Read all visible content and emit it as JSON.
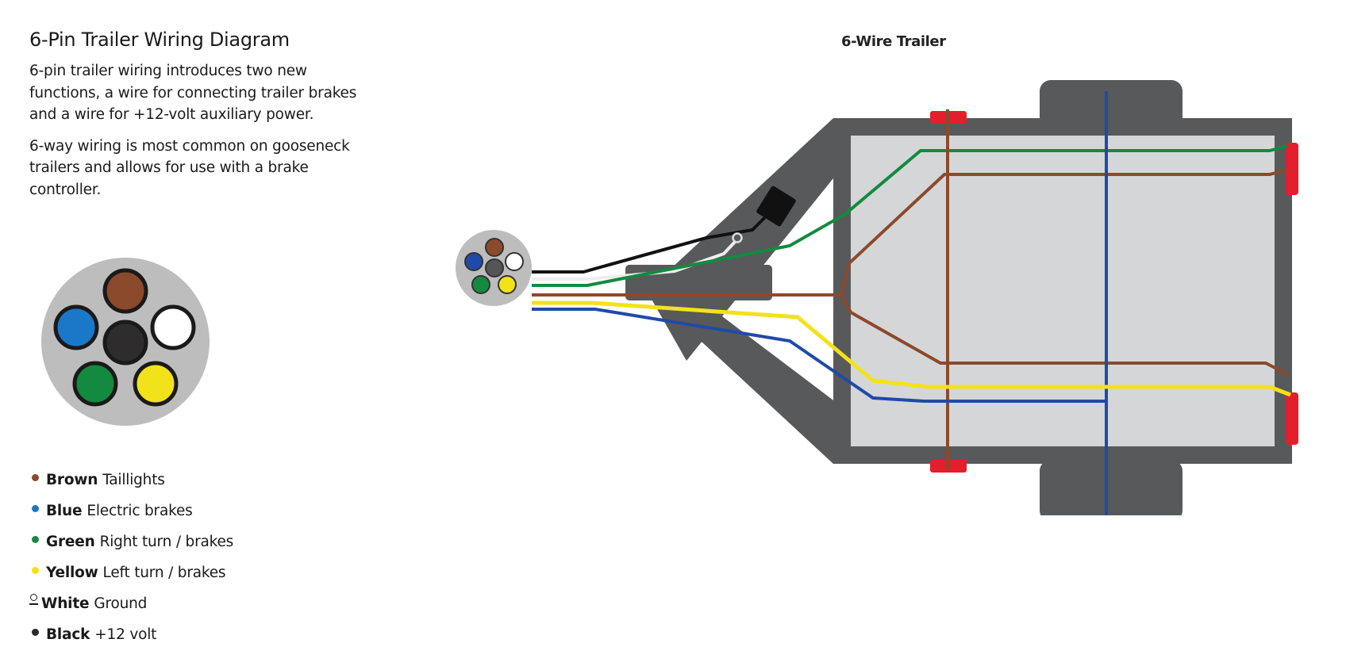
{
  "header": {
    "title": "6-Pin Trailer Wiring Diagram",
    "paragraphs": [
      "6-pin trailer wiring introduces two new functions, a wire for connecting trailer brakes and a wire for +12-volt auxiliary power.",
      "6-way wiring is most common on gooseneck trailers and allows for use with a brake controller."
    ]
  },
  "diagram": {
    "title": "6-Wire Trailer"
  },
  "legend": [
    {
      "color_name": "Brown",
      "function": "Taillights",
      "color": "#8b4a2c",
      "icon": "brown-dot-icon"
    },
    {
      "color_name": "Blue",
      "function": "Electric brakes",
      "color": "#1b78c8",
      "icon": "blue-dot-icon"
    },
    {
      "color_name": "Green",
      "function": "Right turn / brakes",
      "color": "#138a3f",
      "icon": "green-dot-icon"
    },
    {
      "color_name": "Yellow",
      "function": "Left turn / brakes",
      "color": "#f2e21a",
      "icon": "yellow-dot-icon"
    },
    {
      "color_name": "White",
      "function": "Ground",
      "color": "#ffffff",
      "icon": "ground-symbol-icon"
    },
    {
      "color_name": "Black",
      "function": "+12 volt",
      "color": "#2b2b2b",
      "icon": "black-dot-icon"
    }
  ],
  "colors": {
    "brown": "#8b4a2c",
    "blue": "#1b78c8",
    "green": "#138a3f",
    "yellow": "#f2e21a",
    "white": "#ffffff",
    "black": "#1a1a1a",
    "connector_gray": "#bdbdbd",
    "frame": "#58595b",
    "bed": "#d5d6d8",
    "lamp": "#e31e2d",
    "wire_blue": "#1f4aa8"
  }
}
